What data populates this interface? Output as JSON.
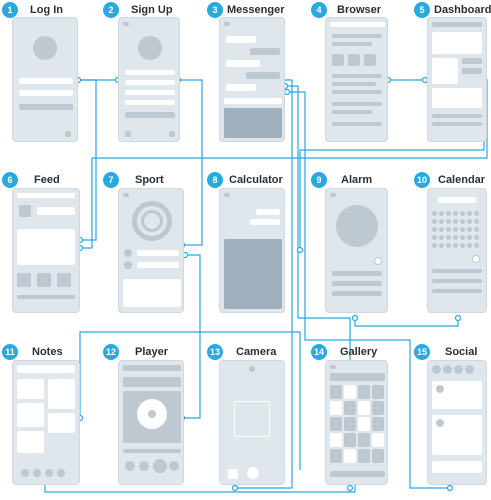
{
  "accent_color": "#2aa8df",
  "wireframe_color": "#dfe6ec",
  "screens": [
    {
      "number": "1",
      "title": "Log In"
    },
    {
      "number": "2",
      "title": "Sign Up"
    },
    {
      "number": "3",
      "title": "Messenger"
    },
    {
      "number": "4",
      "title": "Browser"
    },
    {
      "number": "5",
      "title": "Dashboard"
    },
    {
      "number": "6",
      "title": "Feed"
    },
    {
      "number": "7",
      "title": "Sport"
    },
    {
      "number": "8",
      "title": "Calculator"
    },
    {
      "number": "9",
      "title": "Alarm"
    },
    {
      "number": "10",
      "title": "Calendar"
    },
    {
      "number": "11",
      "title": "Notes"
    },
    {
      "number": "12",
      "title": "Player"
    },
    {
      "number": "13",
      "title": "Camera"
    },
    {
      "number": "14",
      "title": "Gallery"
    },
    {
      "number": "15",
      "title": "Social"
    }
  ]
}
